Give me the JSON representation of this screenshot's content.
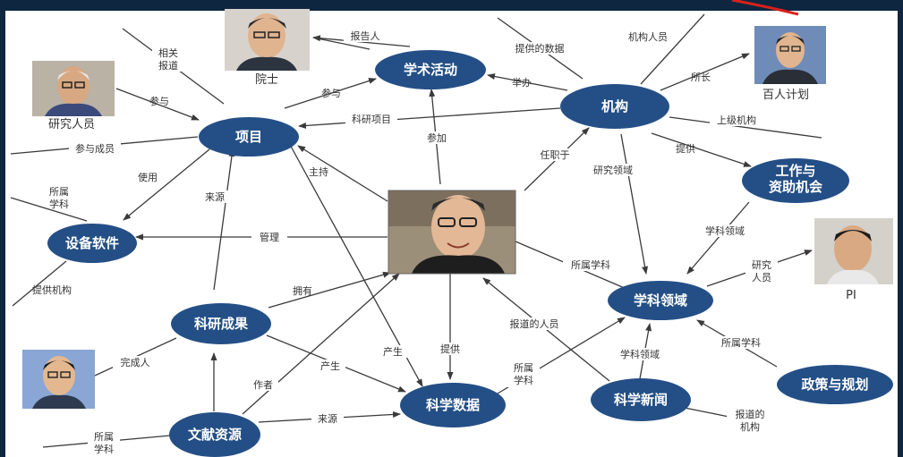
{
  "colors": {
    "frame": "#0e2640",
    "canvas": "#ffffff",
    "node_fill": "#244f86",
    "node_text": "#ffffff",
    "edge": "#3a3a3a",
    "accent": "#d8211b"
  },
  "nodes": [
    {
      "id": "project",
      "label": "项目"
    },
    {
      "id": "activity",
      "label": "学术活动"
    },
    {
      "id": "org",
      "label": "机构"
    },
    {
      "id": "equip",
      "label": "设备软件"
    },
    {
      "id": "results",
      "label": "科研成果"
    },
    {
      "id": "literature",
      "label": "文献资源"
    },
    {
      "id": "data",
      "label": "科学数据"
    },
    {
      "id": "news",
      "label": "科学新闻"
    },
    {
      "id": "field",
      "label": "学科领域"
    },
    {
      "id": "policy",
      "label": "政策与规划"
    },
    {
      "id": "jobs",
      "label": "工作与\n资助机会"
    }
  ],
  "person_captions": [
    {
      "id": "academician",
      "text": "院士"
    },
    {
      "id": "researcher",
      "text": "研究人员"
    },
    {
      "id": "hundred",
      "text": "百人计划"
    },
    {
      "id": "pi",
      "text": "PI"
    }
  ],
  "edge_labels": [
    {
      "id": "related-report",
      "text": "相关\n报道"
    },
    {
      "id": "reporter",
      "text": "报告人"
    },
    {
      "id": "provided-data",
      "text": "提供的数据"
    },
    {
      "id": "org-staff",
      "text": "机构人员"
    },
    {
      "id": "participate-1",
      "text": "参与"
    },
    {
      "id": "participate-2",
      "text": "参与"
    },
    {
      "id": "host",
      "text": "举办"
    },
    {
      "id": "director",
      "text": "所长"
    },
    {
      "id": "sci-project",
      "text": "科研项目"
    },
    {
      "id": "join",
      "text": "参加"
    },
    {
      "id": "parent-org",
      "text": "上级机构"
    },
    {
      "id": "member",
      "text": "参与成员"
    },
    {
      "id": "provide",
      "text": "提供"
    },
    {
      "id": "employed",
      "text": "任职于"
    },
    {
      "id": "research-field",
      "text": "研究领域"
    },
    {
      "id": "preside",
      "text": "主持"
    },
    {
      "id": "use",
      "text": "使用"
    },
    {
      "id": "belong-disc-1",
      "text": "所属\n学科"
    },
    {
      "id": "source-1",
      "text": "来源"
    },
    {
      "id": "manage",
      "text": "管理"
    },
    {
      "id": "disc-field-1",
      "text": "学科领域"
    },
    {
      "id": "research-staff",
      "text": "研究\n人员"
    },
    {
      "id": "belong-disc-2",
      "text": "所属学科"
    },
    {
      "id": "provider-org",
      "text": "提供机构"
    },
    {
      "id": "own",
      "text": "拥有"
    },
    {
      "id": "reporter-staff",
      "text": "报道的人员"
    },
    {
      "id": "complete",
      "text": "完成人"
    },
    {
      "id": "produce-1",
      "text": "产生"
    },
    {
      "id": "produce-2",
      "text": "产生"
    },
    {
      "id": "provide-2",
      "text": "提供"
    },
    {
      "id": "belong-disc-3",
      "text": "所属学科"
    },
    {
      "id": "author",
      "text": "作者"
    },
    {
      "id": "belong-disc-4",
      "text": "所属\n学科"
    },
    {
      "id": "disc-field-2",
      "text": "学科领域"
    },
    {
      "id": "source-2",
      "text": "来源"
    },
    {
      "id": "reported-org",
      "text": "报道的\n机构"
    },
    {
      "id": "belong-disc-5",
      "text": "所属\n学科"
    }
  ]
}
